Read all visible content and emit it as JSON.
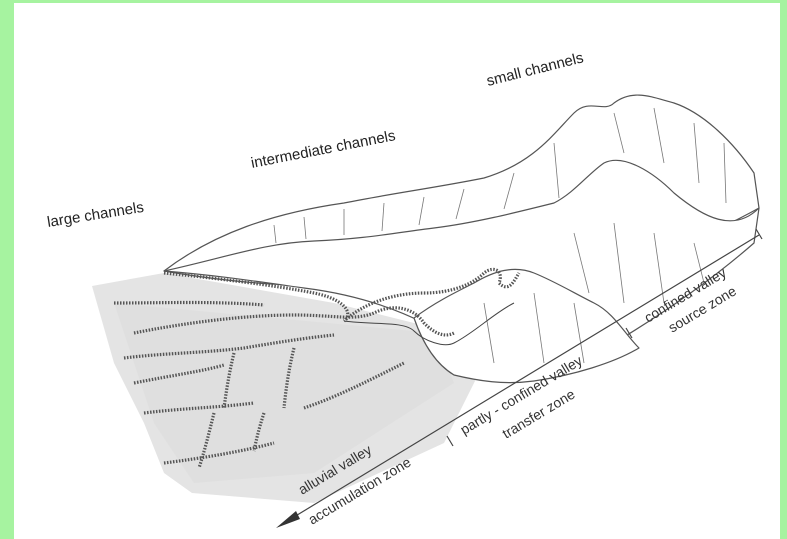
{
  "labels": {
    "large_channels": "large channels",
    "intermediate_channels": "intermediate channels",
    "small_channels": "small channels",
    "confined_valley": "confined valley",
    "source_zone": "source zone",
    "partly_confined_valley": "partly - confined valley",
    "transfer_zone": "transfer zone",
    "alluvial_valley": "alluvial valley",
    "accumulation_zone": "accumulation zone"
  },
  "colors": {
    "frame_green": "#a6f3a0",
    "plain_gray": "#e6e6e6",
    "line": "#555555"
  }
}
